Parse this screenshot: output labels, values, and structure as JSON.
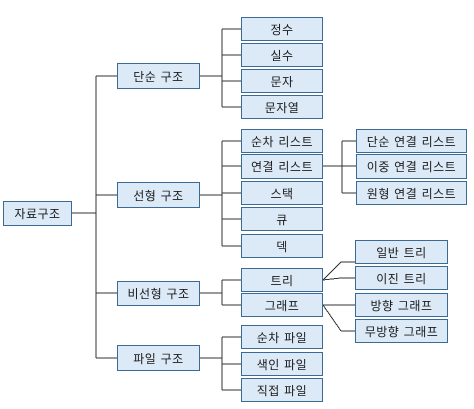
{
  "root": {
    "label": "자료구조"
  },
  "groups": [
    {
      "label": "단순 구조",
      "items": [
        {
          "label": "정수"
        },
        {
          "label": "실수"
        },
        {
          "label": "문자"
        },
        {
          "label": "문자열"
        }
      ]
    },
    {
      "label": "선형 구조",
      "items": [
        {
          "label": "순차 리스트"
        },
        {
          "label": "연결 리스트",
          "children": [
            {
              "label": "단순 연결 리스트"
            },
            {
              "label": "이중 연결 리스트"
            },
            {
              "label": "원형 연결 리스트"
            }
          ]
        },
        {
          "label": "스택"
        },
        {
          "label": "큐"
        },
        {
          "label": "덱"
        }
      ]
    },
    {
      "label": "비선형 구조",
      "items": [
        {
          "label": "트리",
          "children": [
            {
              "label": "일반 트리"
            },
            {
              "label": "이진 트리"
            }
          ]
        },
        {
          "label": "그래프",
          "children": [
            {
              "label": "방향 그래프"
            },
            {
              "label": "무방향 그래프"
            }
          ]
        }
      ]
    },
    {
      "label": "파일 구조",
      "items": [
        {
          "label": "순차 파일"
        },
        {
          "label": "색인 파일"
        },
        {
          "label": "직접 파일"
        }
      ]
    }
  ]
}
